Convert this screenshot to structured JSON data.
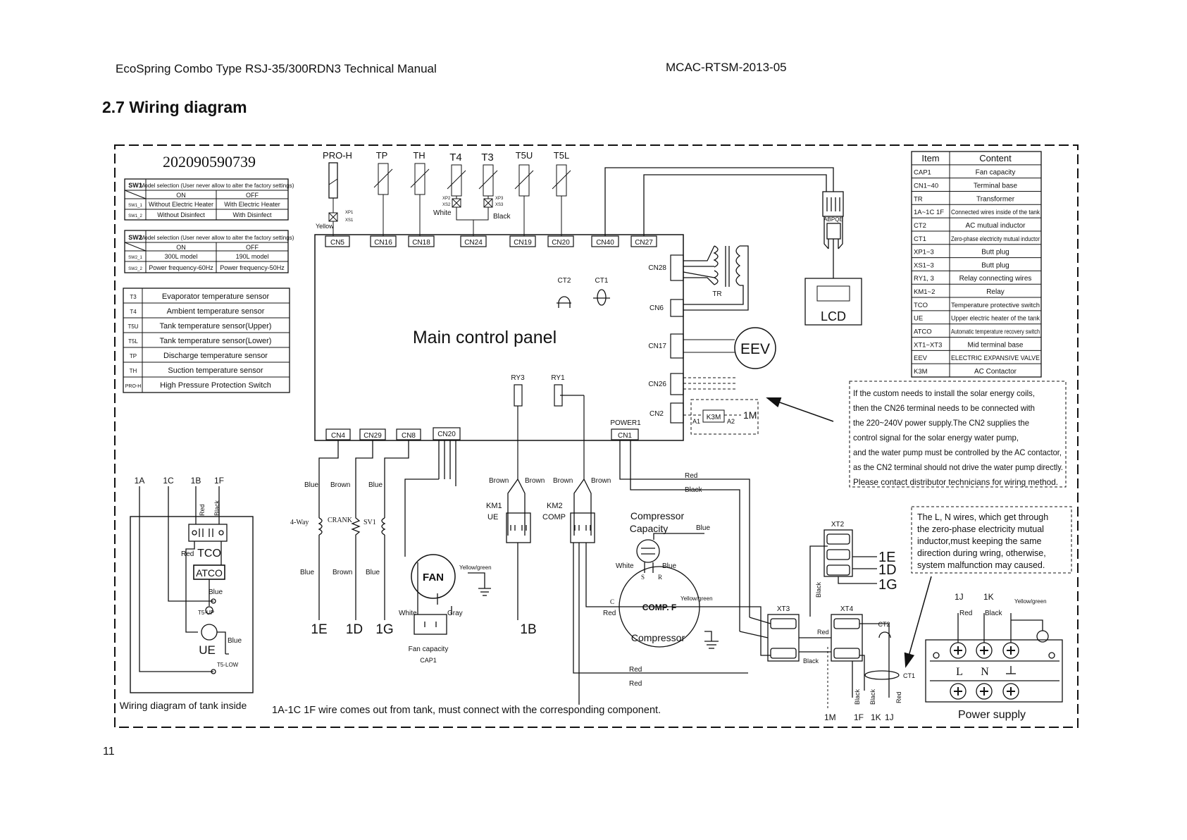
{
  "header": {
    "left": "EcoSpring Combo Type RSJ-35/300RDN3 Technical Manual",
    "right": "MCAC-RTSM-2013-05"
  },
  "section_title": "2.7 Wiring diagram",
  "page_number": "11",
  "diagram": {
    "serial": "202090590739",
    "sw1": {
      "name": "SW1",
      "title": "Model selection (User never allow to alter the factory settings)",
      "on": "ON",
      "off": "OFF",
      "rows": [
        {
          "key": "SW1_1",
          "on": "Without Electric Heater",
          "off": "With Electric Heater"
        },
        {
          "key": "SW1_2",
          "on": "Without Disinfect",
          "off": "With Disinfect"
        }
      ]
    },
    "sw2": {
      "name": "SW2",
      "title": "Model selection (User never allow to alter the factory settings)",
      "on": "ON",
      "off": "OFF",
      "rows": [
        {
          "key": "SW2_1",
          "on": "300L model",
          "off": "190L model"
        },
        {
          "key": "SW2_2",
          "on": "Power frequency-60Hz",
          "off": "Power frequency-50Hz"
        }
      ]
    },
    "sensors": [
      {
        "code": "T3",
        "desc": "Evaporator temperature sensor"
      },
      {
        "code": "T4",
        "desc": "Ambient temperature sensor"
      },
      {
        "code": "T5U",
        "desc": "Tank temperature sensor(Upper)"
      },
      {
        "code": "T5L",
        "desc": "Tank temperature sensor(Lower)"
      },
      {
        "code": "TP",
        "desc": "Discharge temperature sensor"
      },
      {
        "code": "TH",
        "desc": "Suction temperature sensor"
      },
      {
        "code": "PRO-H",
        "desc": "High Pressure Protection Switch"
      }
    ],
    "legend": {
      "head_item": "Item",
      "head_content": "Content",
      "rows": [
        {
          "item": "CAP1",
          "content": "Fan capacity"
        },
        {
          "item": "CN1~40",
          "content": "Terminal base"
        },
        {
          "item": "TR",
          "content": "Transformer"
        },
        {
          "item": "1A~1C 1F",
          "content": "Connected wires inside of the tank"
        },
        {
          "item": "CT2",
          "content": "AC mutual inductor"
        },
        {
          "item": "CT1",
          "content": "Zero-phase electricity mutual inductor"
        },
        {
          "item": "XP1~3",
          "content": "Butt plug"
        },
        {
          "item": "XS1~3",
          "content": "Butt plug"
        },
        {
          "item": "RY1, 3",
          "content": "Relay connecting wires"
        },
        {
          "item": "KM1~2",
          "content": "Relay"
        },
        {
          "item": "TCO",
          "content": "Temperature protective switch"
        },
        {
          "item": "UE",
          "content": "Upper electric heater of the tank"
        },
        {
          "item": "ATCO",
          "content": "Automatic temperature recovery switch"
        },
        {
          "item": "XT1~XT3",
          "content": "Mid terminal base"
        },
        {
          "item": "EEV",
          "content": "ELECTRIC EXPANSIVE VALVE"
        },
        {
          "item": "K3M",
          "content": "AC Contactor"
        }
      ]
    },
    "top_sensors": [
      "PRO-H",
      "TP",
      "TH",
      "T4",
      "T3",
      "T5U",
      "T5L"
    ],
    "top_connectors": [
      "CN5",
      "CN16",
      "CN18",
      "CN24",
      "CN19",
      "CN20",
      "CN40",
      "CN27"
    ],
    "right_connectors": [
      "CN28",
      "CN6",
      "CN17",
      "CN26",
      "CN2"
    ],
    "bottom_connectors": [
      "CN4",
      "CN29",
      "CN8",
      "CN20"
    ],
    "main_panel_label": "Main control panel",
    "ct2": "CT2",
    "ct1": "CT1",
    "tr": "TR",
    "lcd": "LCD",
    "eev": "EEV",
    "ry3": "RY3",
    "ry1": "RY1",
    "power1": "POWER1",
    "cn1": "CN1",
    "k3m": "K3M",
    "a1": "A1",
    "a2": "A2",
    "one_m": "1M",
    "abpqe": "ABPQE",
    "xp1": "XP1",
    "xs1": "XS1",
    "xp2": "XP2",
    "xs2": "XS2",
    "xp3": "XP3",
    "xs3": "XS3",
    "solar_note": [
      "If the custom needs to install the solar energy coils,",
      "then the CN26 terminal needs to be connected with",
      "the 220~240V power supply.The CN2 supplies the",
      "control signal for the solar energy water pump,",
      "and the water pump must be controlled by the AC contactor,",
      "as the CN2 terminal should not drive the water pump directly.",
      "Please contact  distributor technicians for wiring  method."
    ],
    "ln_note": [
      "The L, N wires, which get through",
      "the zero-phase electricity mutual",
      "inductor,must keeping the same",
      "direction during wring, otherwise,",
      "system malfunction may caused."
    ],
    "tank": {
      "terms": [
        "1A",
        "1C",
        "1B",
        "1F"
      ],
      "red": "Red",
      "black": "Black",
      "tco": "TCO",
      "atco": "ATCO",
      "blue": "Blue",
      "t5up": "T5-UP",
      "ue": "UE",
      "t5low": "T5-LOW",
      "caption": "Wiring diagram of tank inside"
    },
    "components": {
      "four_way": "4-Way",
      "crank": "CRANK",
      "sv1": "SV1",
      "fan": "FAN",
      "fan_cap": "Fan capacity",
      "cap1": "CAP1",
      "km1": "KM1",
      "ue": "UE",
      "km2": "KM2",
      "comp": "COMP",
      "compressor_capacity_1": "Compressor",
      "compressor_capacity_2": "Capacity",
      "comp_f": "COMP. F",
      "compressor": "Compressor",
      "c": "C",
      "s": "S",
      "r": "R"
    },
    "wires": {
      "blue": "Blue",
      "brown": "Brown",
      "red": "Red",
      "black": "Black",
      "white": "White",
      "gray": "Gray",
      "yellow": "Yellow",
      "yellow_green": "Yellow/green"
    },
    "bottom_terms": [
      "1E",
      "1D",
      "1G",
      "1B"
    ],
    "xt2": "XT2",
    "xt3": "XT3",
    "xt4": "XT4",
    "xt2_terms": [
      "1E",
      "1D",
      "1G"
    ],
    "power": {
      "terms": [
        "1J",
        "1K"
      ],
      "l": "L",
      "n": "N",
      "label": "Power supply"
    },
    "bottom_labels": [
      "1M",
      "1F",
      "1K",
      "1J"
    ],
    "bottom_note": "1A-1C  1F wire comes out from tank, must connect with the corresponding component."
  }
}
